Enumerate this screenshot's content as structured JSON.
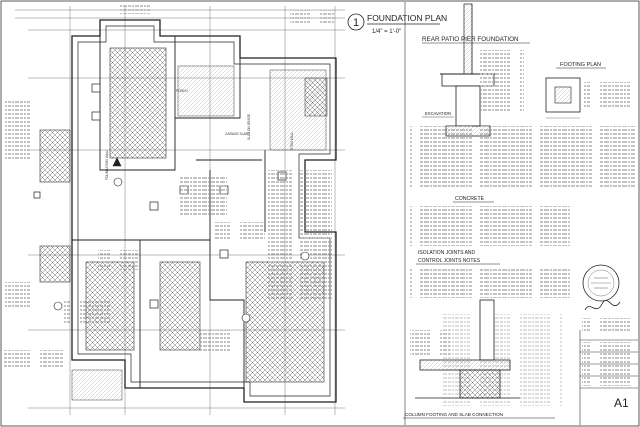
{
  "plan": {
    "number": "1",
    "title": "FOUNDATION PLAN",
    "scale": "1/4\" = 1'-0\""
  },
  "patio": {
    "title": "REAR PATIO PIER FOUNDATION",
    "footing_title": "FOOTING PLAN",
    "excavation_label": "EXCAVATION"
  },
  "sections": {
    "concrete": "CONCRETE",
    "isolation_1": "ISOLATION JOINTS AND",
    "isolation_2": "CONTROL JOINTS NOTES"
  },
  "column_detail": {
    "caption": "COLUMN FOOTING AND SLAB CONNECTION"
  },
  "title_block": {
    "sheet_number": "A1"
  }
}
